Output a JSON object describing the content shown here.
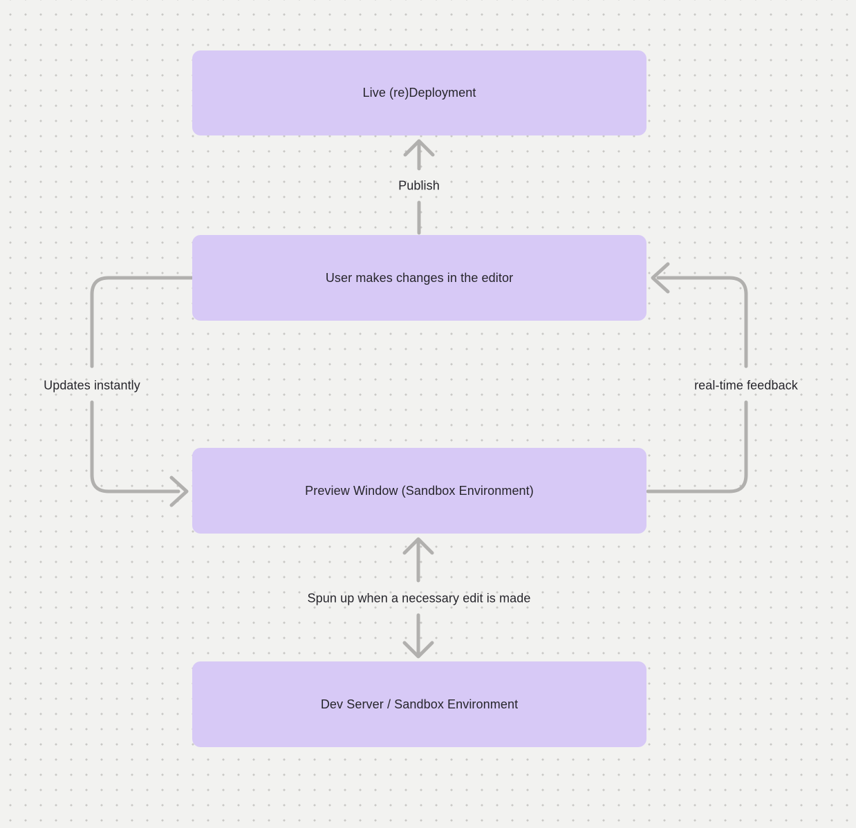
{
  "diagram": {
    "description": "Flow diagram of live editor deployment pipeline on a dotted canvas",
    "colors": {
      "canvas_background": "#f2f2f0",
      "canvas_dots": "#c9c8c5",
      "node_fill": "#d7c9f6",
      "node_text": "#26252b",
      "edge_stroke": "#b1b0ae",
      "edge_label_text": "#26252b"
    },
    "nodes": [
      {
        "id": "live-redeployment",
        "label": "Live (re)Deployment"
      },
      {
        "id": "user-editor",
        "label": "User makes changes in the editor"
      },
      {
        "id": "preview-window",
        "label": "Preview Window (Sandbox Environment)"
      },
      {
        "id": "dev-server",
        "label": "Dev Server / Sandbox Environment"
      }
    ],
    "edges": [
      {
        "id": "publish",
        "label": "Publish",
        "from": "user-editor",
        "to": "live-redeployment",
        "direction": "up"
      },
      {
        "id": "updates-instantly",
        "label": "Updates instantly",
        "from": "user-editor",
        "to": "preview-window",
        "direction": "left-loop"
      },
      {
        "id": "real-time-feedback",
        "label": "real-time feedback",
        "from": "preview-window",
        "to": "user-editor",
        "direction": "right-loop"
      },
      {
        "id": "spun-up",
        "label": "Spun up when a necessary edit is made",
        "from": "dev-server",
        "to": "preview-window",
        "direction": "bidirectional"
      }
    ]
  }
}
